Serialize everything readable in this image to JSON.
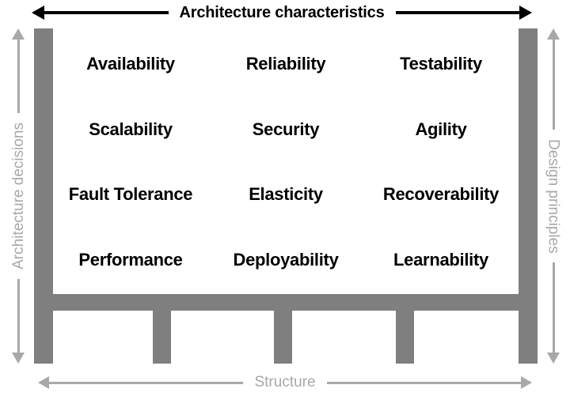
{
  "diagram": {
    "title": "Architecture characteristics temple diagram",
    "colors": {
      "structure_gray": "#7f7f7f",
      "arrow_gray": "#a8a8a8",
      "arrow_black": "#000000",
      "text_black": "#000000",
      "background": "#ffffff"
    }
  },
  "top_arrow": {
    "label": "Architecture characteristics",
    "style": "double-headed",
    "color": "#000000"
  },
  "bottom_arrow": {
    "label": "Structure",
    "style": "double-headed",
    "color": "#a8a8a8"
  },
  "left_arrow": {
    "label": "Architecture decisions",
    "style": "double-headed",
    "color": "#a8a8a8",
    "orientation": "vertical-bottom-to-top"
  },
  "right_arrow": {
    "label": "Design principles",
    "style": "double-headed",
    "color": "#a8a8a8",
    "orientation": "vertical-top-to-bottom"
  },
  "characteristics": {
    "rows": [
      [
        "Availability",
        "Reliability",
        "Testability"
      ],
      [
        "Scalability",
        "Security",
        "Agility"
      ],
      [
        "Fault Tolerance",
        "Elasticity",
        "Recoverability"
      ],
      [
        "Performance",
        "Deployability",
        "Learnability"
      ]
    ],
    "flat": [
      "Availability",
      "Reliability",
      "Testability",
      "Scalability",
      "Security",
      "Agility",
      "Fault Tolerance",
      "Elasticity",
      "Recoverability",
      "Performance",
      "Deployability",
      "Learnability"
    ]
  },
  "structure": {
    "pillars": [
      "left-pillar",
      "right-pillar"
    ],
    "beam": "horizontal-beam",
    "legs": [
      "leg-1",
      "leg-2",
      "leg-3",
      "leg-4",
      "leg-5"
    ]
  }
}
